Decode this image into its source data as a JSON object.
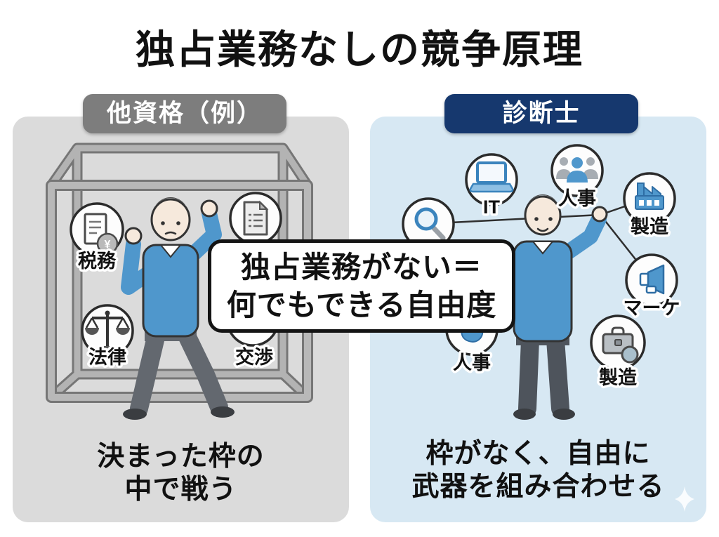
{
  "title": "独占業務なしの競争原理",
  "callout": {
    "line1": "独占業務がない＝",
    "line2": "何でもできる自由度"
  },
  "left_panel": {
    "header": "他資格（例）",
    "caption_line1": "決まった枠の",
    "caption_line2": "中で戦う",
    "icons": [
      {
        "name": "tax-document-icon",
        "label": "税務",
        "symbol": "¥"
      },
      {
        "name": "document-icon",
        "label": ""
      },
      {
        "name": "law-scales-icon",
        "label": "法律"
      },
      {
        "name": "contract-pen-icon",
        "label": "交渉"
      }
    ]
  },
  "right_panel": {
    "header": "診断士",
    "caption_line1": "枠がなく、自由に",
    "caption_line2": "武器を組み合わせる",
    "icons": [
      {
        "name": "laptop-icon",
        "label": "IT"
      },
      {
        "name": "people-icon",
        "label": "人事"
      },
      {
        "name": "factory-icon",
        "label": "製造"
      },
      {
        "name": "megaphone-icon",
        "label": "マーケ"
      },
      {
        "name": "briefcase-icon",
        "label": "製造"
      },
      {
        "name": "pointing-hand-icon",
        "label": "人事"
      },
      {
        "name": "magnifier-icon",
        "label": ""
      }
    ]
  },
  "colors": {
    "left_panel_bg": "#dbdbdb",
    "right_panel_bg": "#d7e8f3",
    "left_badge_bg": "#7d7d7d",
    "right_badge_bg": "#16386e",
    "accent_blue": "#4f97cc",
    "cage_gray": "#a8a8a8",
    "text": "#111111"
  }
}
